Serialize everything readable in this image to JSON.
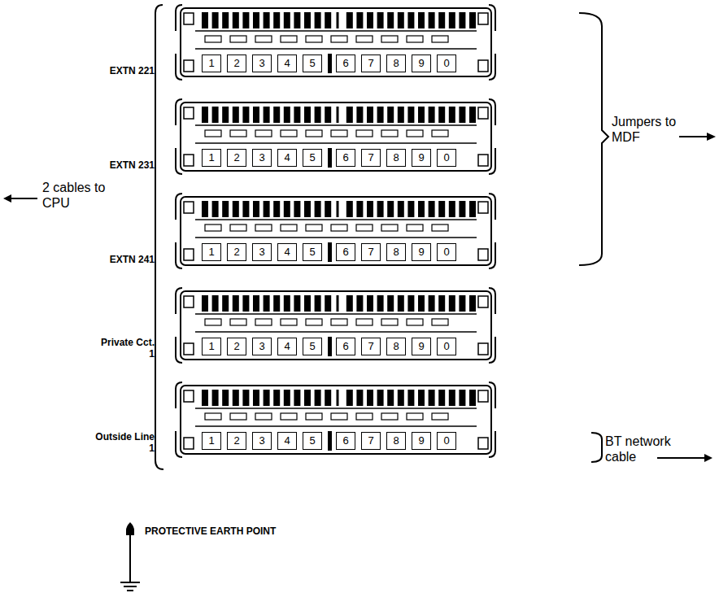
{
  "diagram": {
    "nodes": [
      {
        "text": [
          "EXTN 221",
          "1",
          "2",
          "3",
          "4",
          "5",
          "6",
          "7",
          "8",
          "9",
          "0"
        ]
      },
      {
        "text": [
          "EXTN 231",
          "1",
          "2",
          "3",
          "4",
          "5",
          "6",
          "7",
          "8",
          "9",
          "0"
        ]
      },
      {
        "text": [
          "EXTN 241",
          "1",
          "2",
          "3",
          "4",
          "5",
          "6",
          "7",
          "8",
          "9",
          "0"
        ]
      },
      {
        "text": [
          "Private Cct. 1",
          "1",
          "2",
          "3",
          "4",
          "5",
          "6",
          "7",
          "8",
          "9",
          "0"
        ]
      },
      {
        "text": [
          "Outside Line 1",
          "1",
          "2",
          "3",
          "4",
          "5",
          "6",
          "7",
          "8",
          "9",
          "0"
        ]
      }
    ],
    "labels": [
      "Jumpers to MDF",
      "2 cables to CPU",
      "BT network cable",
      "PROTECTIVE EARTH POINT"
    ]
  }
}
